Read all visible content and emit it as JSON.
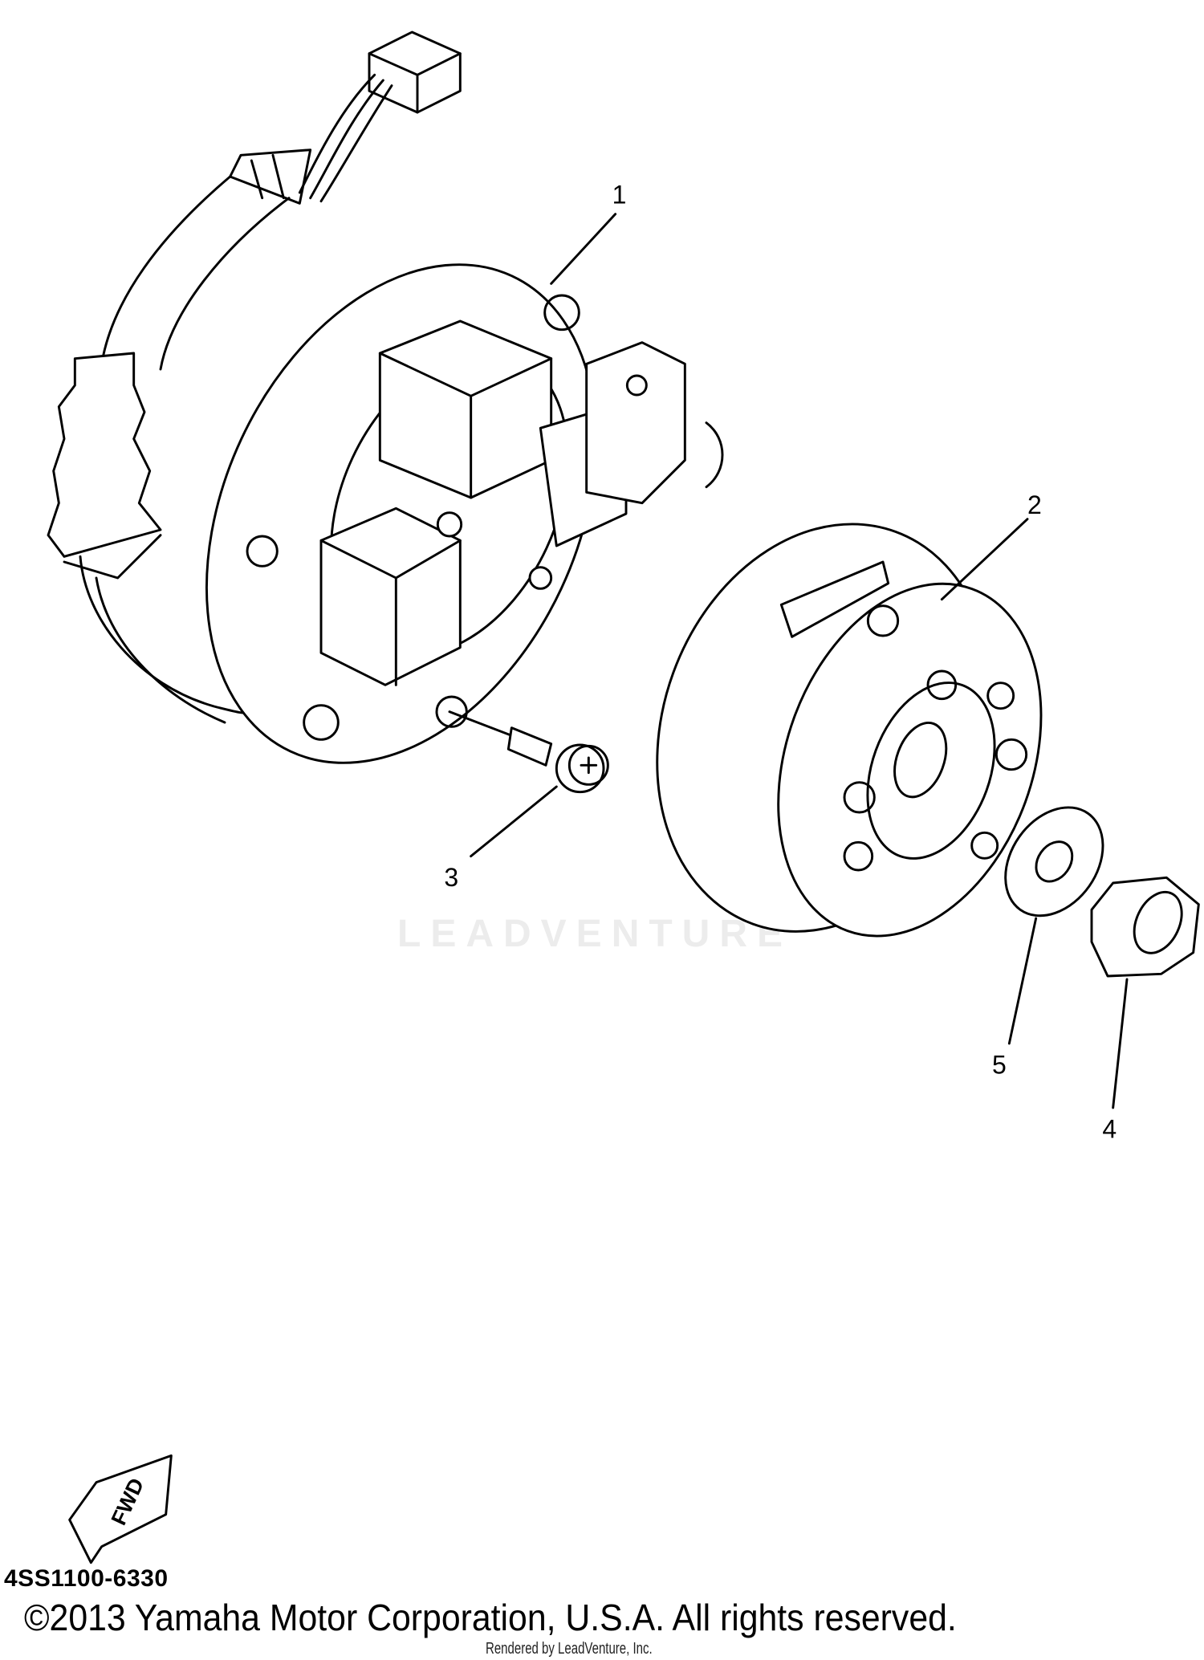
{
  "diagram": {
    "callouts": [
      "1",
      "2",
      "3",
      "4",
      "5"
    ],
    "fwd_label": "FWD",
    "diagram_code": "4SS1100-6330",
    "copyright": "©2013 Yamaha Motor Corporation, U.S.A. All rights reserved.",
    "rendered_by": "Rendered by LeadVenture, Inc.",
    "watermark": "LEADVENTURE"
  }
}
